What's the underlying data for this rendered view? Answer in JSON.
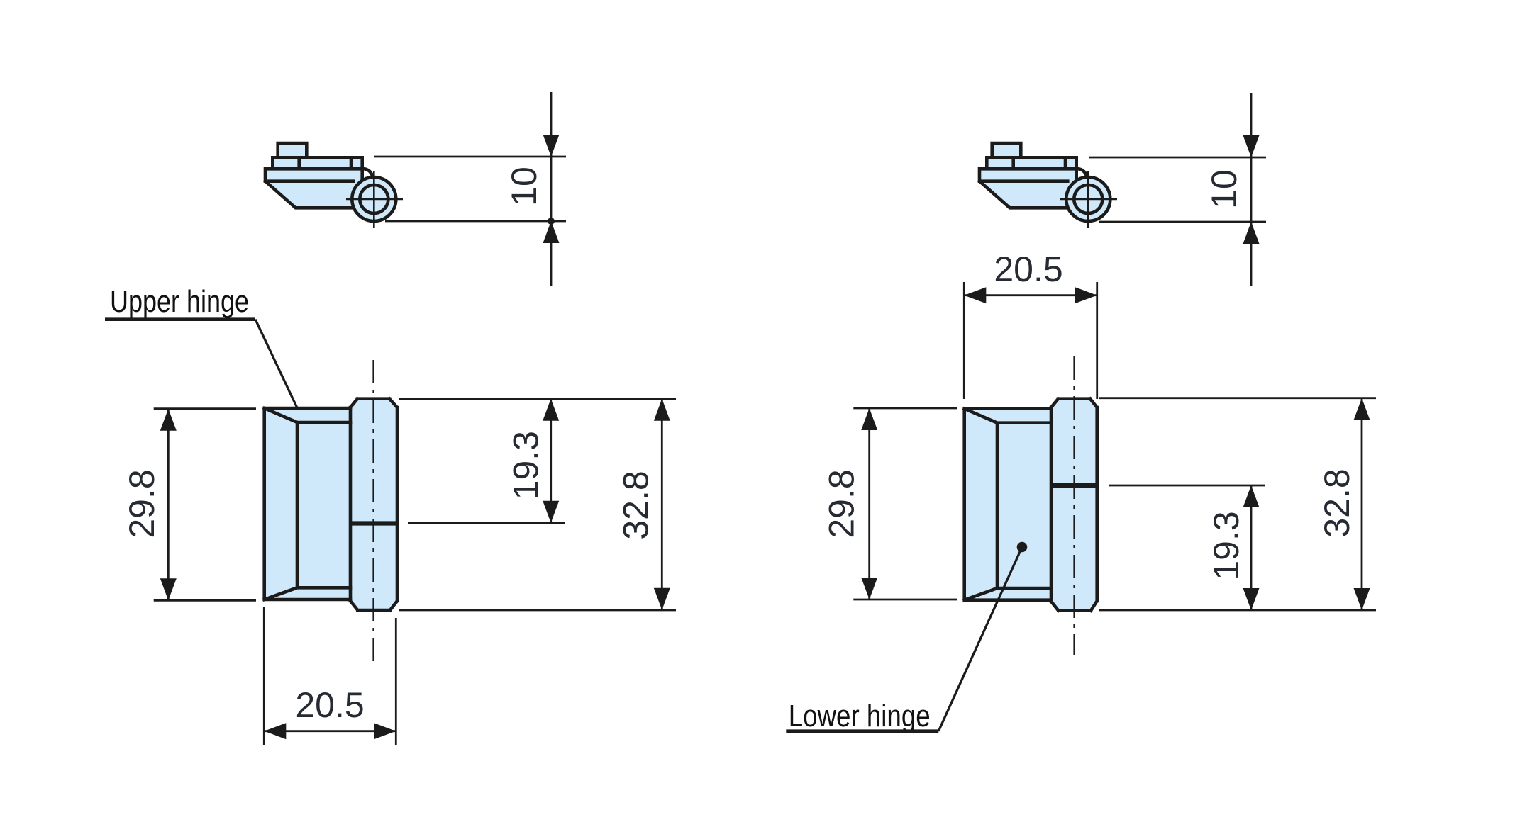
{
  "colors": {
    "part_fill": "#cfe9fa",
    "line": "#1b1b1b",
    "text": "#262b33",
    "label": "#111111",
    "bg": "#ffffff"
  },
  "upper_hinge": {
    "label": "Upper hinge",
    "dims": {
      "pin_offset": "10",
      "width": "20.5",
      "leaf_height": "29.8",
      "knuckle_length": "19.3",
      "overall_height": "32.8"
    }
  },
  "lower_hinge": {
    "label": "Lower hinge",
    "dims": {
      "pin_offset": "10",
      "width": "20.5",
      "leaf_height": "29.8",
      "knuckle_length": "19.3",
      "overall_height": "32.8"
    }
  }
}
